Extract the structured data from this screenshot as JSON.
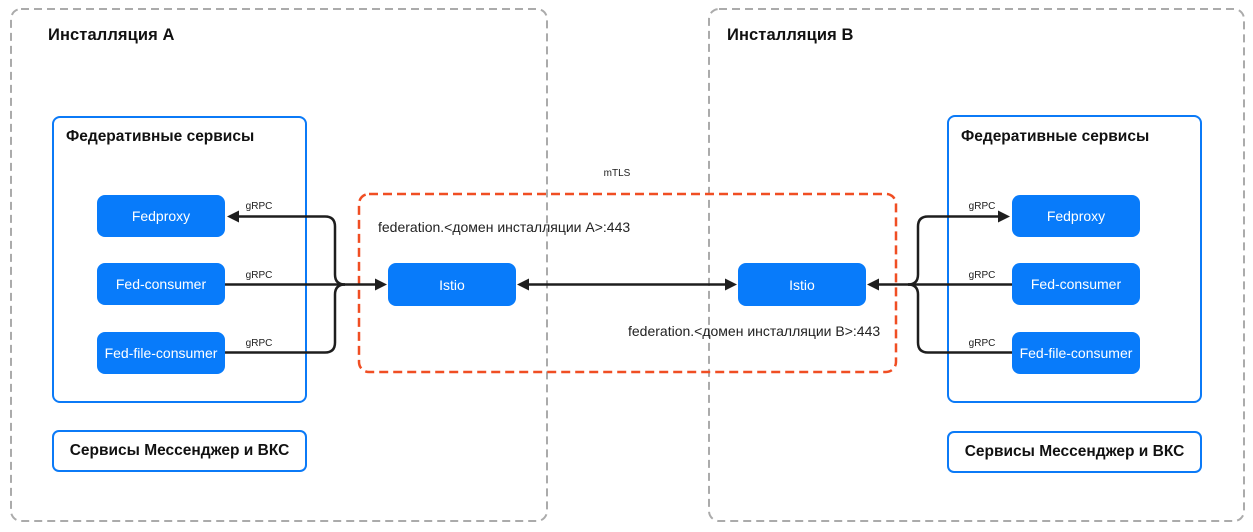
{
  "diagram": {
    "installation_a": {
      "title": "Инсталляция A",
      "group_title": "Федеративные сервисы",
      "nodes": [
        "Fedproxy",
        "Fed-consumer",
        "Fed-file-consumer"
      ],
      "bottom_box": "Сервисы Мессенджер и ВКС"
    },
    "installation_b": {
      "title": "Инсталляция B",
      "group_title": "Федеративные сервисы",
      "nodes": [
        "Fedproxy",
        "Fed-consumer",
        "Fed-file-consumer"
      ],
      "bottom_box": "Сервисы Мессенджер и ВКС"
    },
    "mesh": {
      "mtls_label": "mTLS",
      "istio_a_label": "Istio",
      "istio_b_label": "Istio",
      "endpoint_a": "federation.<домен инсталляции A>:443",
      "endpoint_b": "federation.<домен инсталляции B>:443"
    },
    "edge_label": "gRPC",
    "colors": {
      "node_blue": "#087bfa",
      "outline_blue": "#0b7af7",
      "mesh_orange": "#f04e23",
      "installation_gray": "#ababab",
      "arrow_black": "#1e1e1e"
    }
  }
}
